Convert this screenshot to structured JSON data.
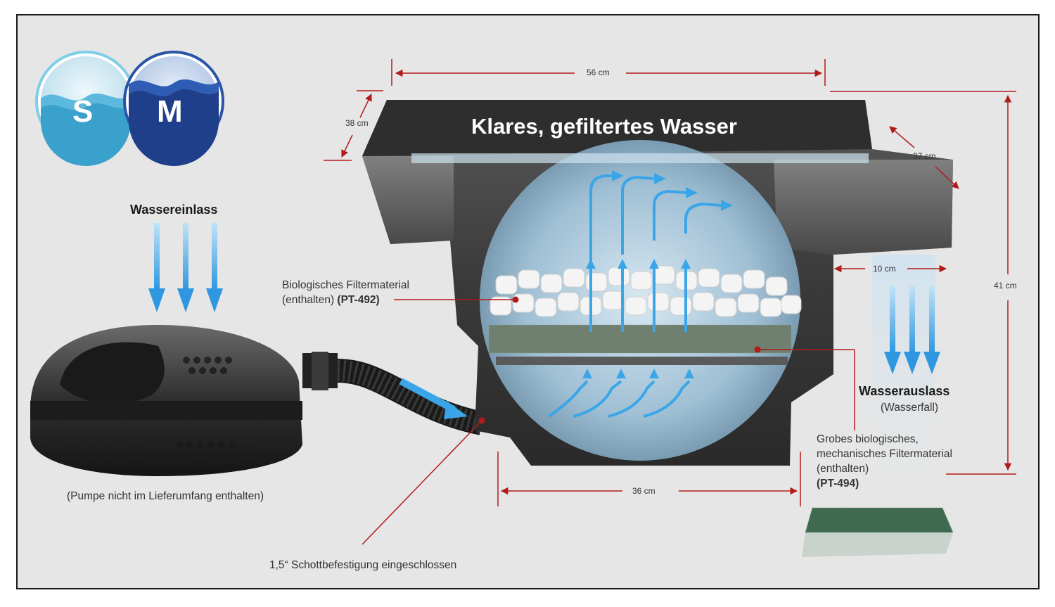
{
  "badges": {
    "s_letter": "S",
    "m_letter": "M"
  },
  "title": "Klares, gefiltertes Wasser",
  "inlet": {
    "label": "Wassereinlass"
  },
  "outlet": {
    "label": "Wasserauslass",
    "sub": "(Wasserfall)"
  },
  "pump_note": "(Pumpe nicht im Lieferumfang enthalten)",
  "bulkhead_note": "1,5“ Schottbefestigung eingeschlossen",
  "bio_media": {
    "line1": "Biologisches Filtermaterial",
    "line2_prefix": "(enthalten) ",
    "code": "(PT-492)"
  },
  "coarse_media": {
    "line1": "Grobes biologisches,",
    "line2": "mechanisches Filtermaterial",
    "line3": "(enthalten)",
    "code": "(PT-494)"
  },
  "dimensions": {
    "width_top": "56 cm",
    "depth_left": "38 cm",
    "depth_right": "37 cm",
    "height": "41 cm",
    "bottom_width": "36 cm",
    "spout": "10 cm"
  },
  "colors": {
    "background": "#e6e6e6",
    "dimension_red": "#b31b1b",
    "water_blue": "#3aa6e8",
    "badge_s": "#7fcde6",
    "badge_m": "#2a54a6",
    "body_dark": "#3b3b3b"
  }
}
